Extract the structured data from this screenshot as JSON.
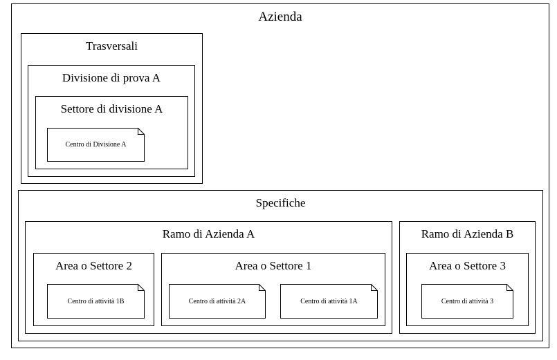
{
  "root": {
    "title": "Azienda"
  },
  "trasversali": {
    "title": "Trasversali",
    "division": {
      "title": "Divisione di prova A",
      "sector": {
        "title": "Settore di divisione A",
        "center": "Centro di Divisione A"
      }
    }
  },
  "specifiche": {
    "title": "Specifiche",
    "ramo_a": {
      "title": "Ramo di Azienda A",
      "area2": {
        "title": "Area o Settore 2",
        "center": "Centro di attività  1B"
      },
      "area1": {
        "title": "Area o Settore 1",
        "center_a": "Centro di attività  2A",
        "center_b": "Centro di attività  1A"
      }
    },
    "ramo_b": {
      "title": "Ramo di Azienda B",
      "area3": {
        "title": "Area o Settore 3",
        "center": "Centro di attività  3"
      }
    }
  }
}
